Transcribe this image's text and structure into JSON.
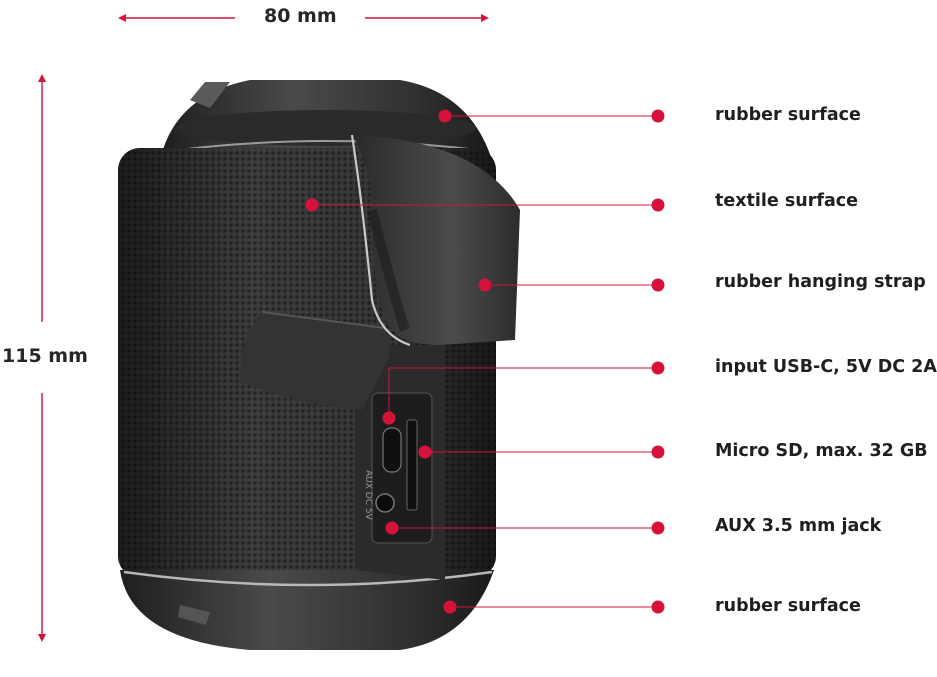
{
  "dimensions": {
    "width_label": "80 mm",
    "height_label": "115 mm"
  },
  "callouts": [
    {
      "id": "rubber-surface-top",
      "label": "rubber surface"
    },
    {
      "id": "textile-surface",
      "label": "textile surface"
    },
    {
      "id": "rubber-hanging-strap",
      "label": "rubber hanging strap"
    },
    {
      "id": "input-usb-c",
      "label": "input USB-C, 5V DC 2A"
    },
    {
      "id": "micro-sd",
      "label": "Micro SD, max. 32 GB"
    },
    {
      "id": "aux-jack",
      "label": "AUX 3.5 mm jack"
    },
    {
      "id": "rubber-surface-bottom",
      "label": "rubber surface"
    }
  ],
  "port_panel_text": "AUX DC 5V",
  "colors": {
    "accent": "#d5133a",
    "speaker_body": "#3b3b3b",
    "rubber": "#2c2c2c",
    "text": "#1f1f1f"
  }
}
